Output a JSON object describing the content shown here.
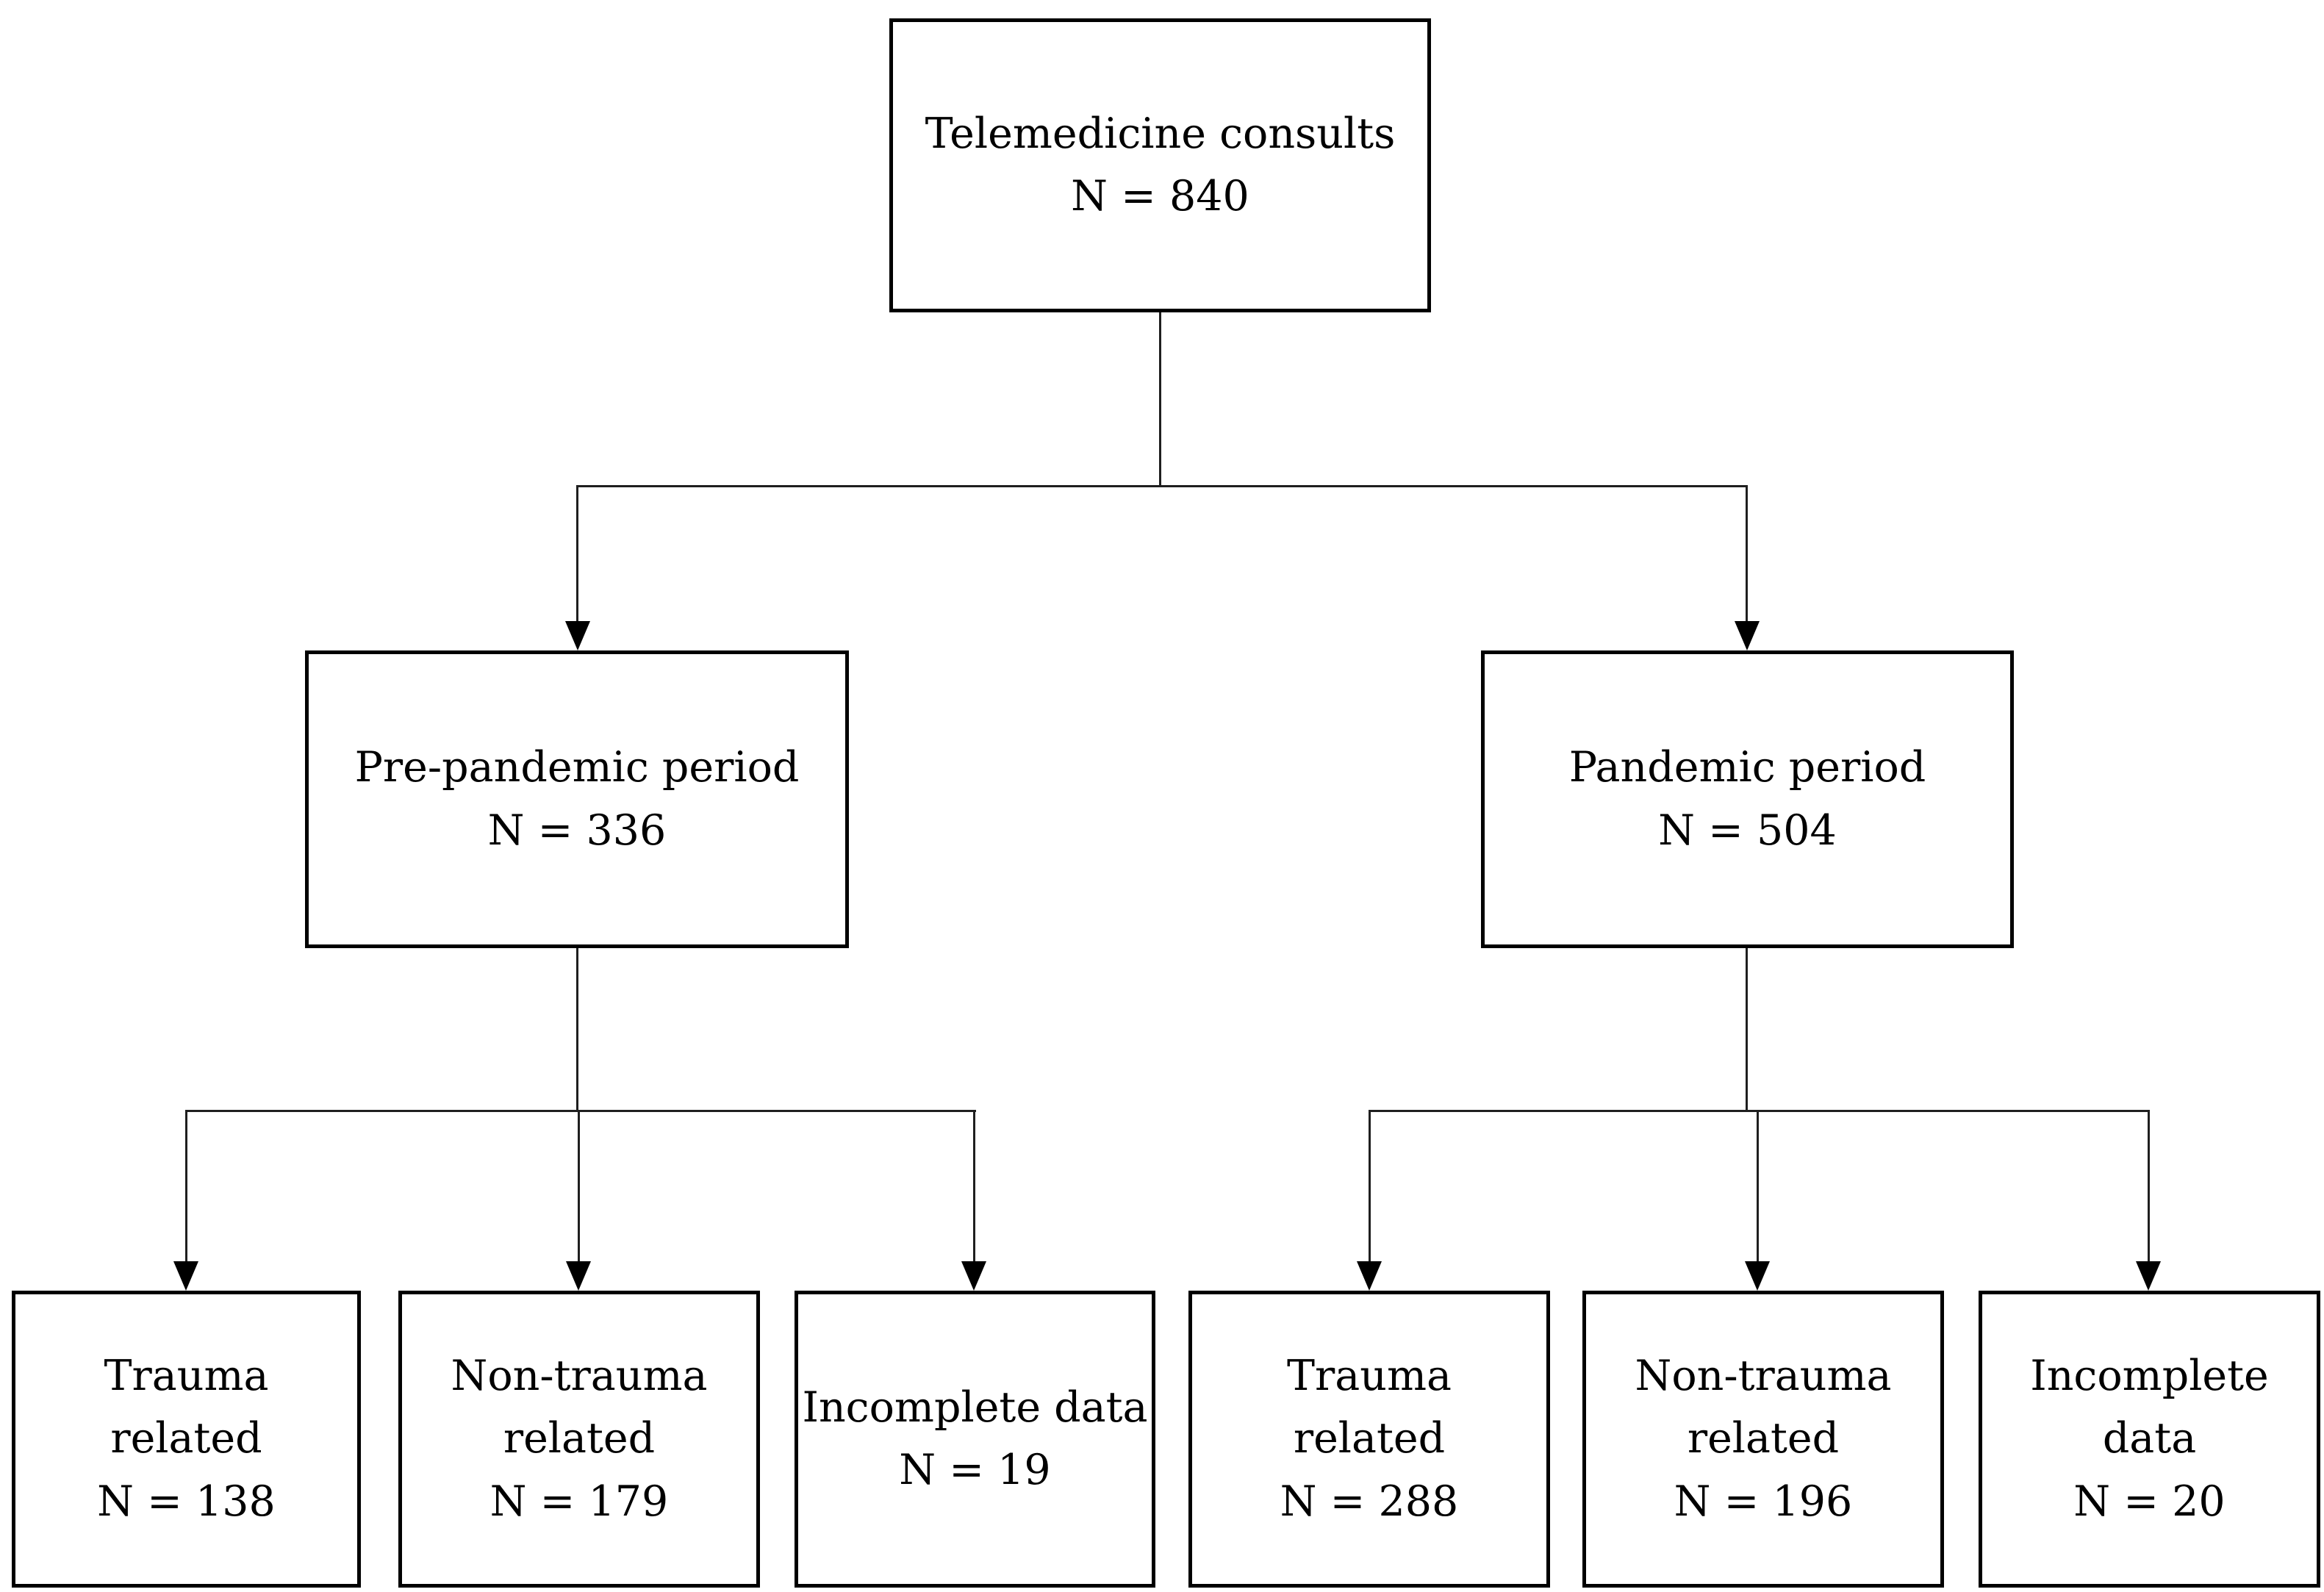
{
  "colors": {
    "background": "#ffffff",
    "box_border": "#000000",
    "connector_line": "#1f1f1f",
    "text": "#000000"
  },
  "flowchart": {
    "root": {
      "label": "Telemedicine consults",
      "count": "N = 840"
    },
    "branches": [
      {
        "label": "Pre-pandemic period",
        "count": "N = 336",
        "children": [
          {
            "label": "Trauma\nrelated",
            "count": "N = 138"
          },
          {
            "label": "Non-trauma\nrelated",
            "count": "N = 179"
          },
          {
            "label": "Incomplete data",
            "count": "N = 19"
          }
        ]
      },
      {
        "label": "Pandemic period",
        "count": "N = 504",
        "children": [
          {
            "label": "Trauma\nrelated",
            "count": "N = 288"
          },
          {
            "label": "Non-trauma\nrelated",
            "count": "N = 196"
          },
          {
            "label": "Incomplete data",
            "count": "N = 20"
          }
        ]
      }
    ]
  }
}
